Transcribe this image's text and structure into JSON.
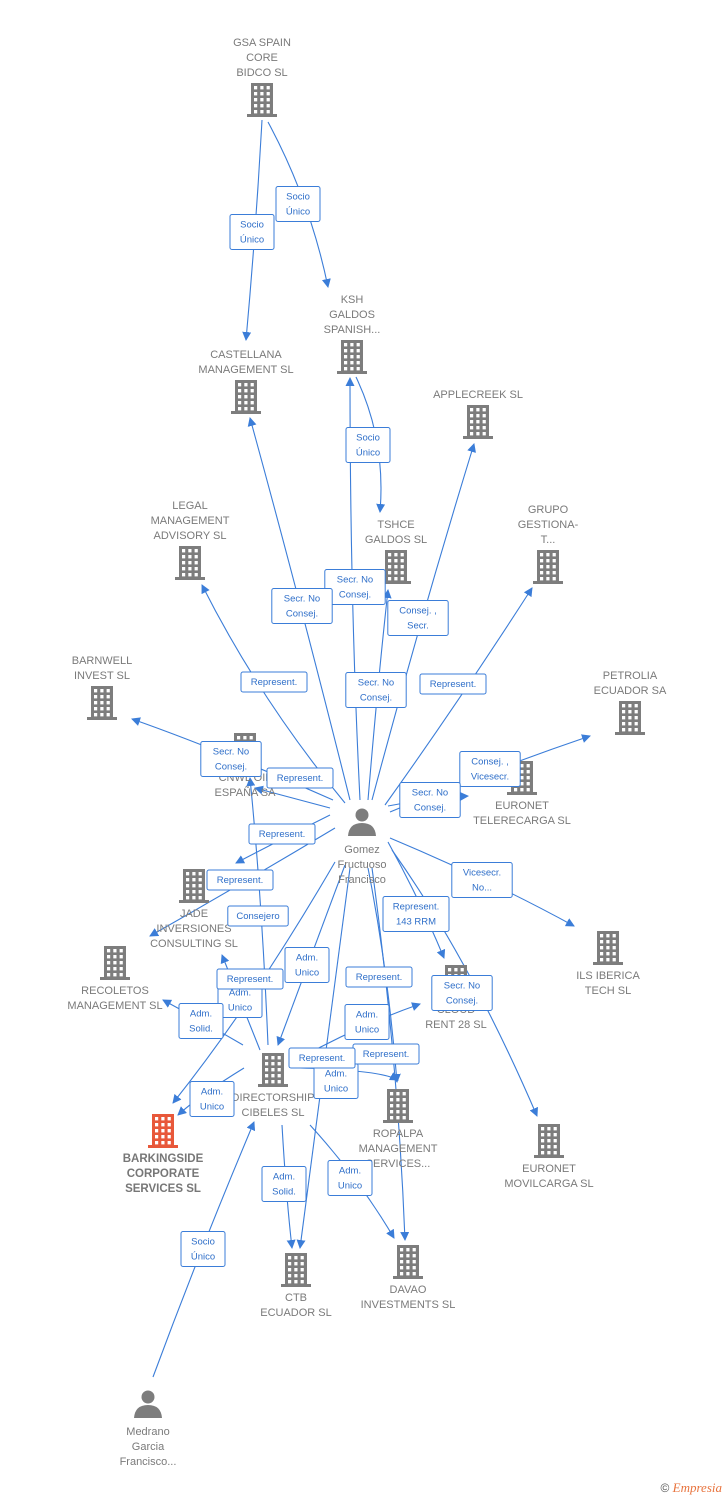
{
  "colors": {
    "edge": "#3b7dd8",
    "company": "#7d7d7d",
    "focus_company": "#e8583a",
    "person": "#7d7d7d"
  },
  "nodes": [
    {
      "id": "gsa",
      "type": "company",
      "lines": [
        "GSA SPAIN",
        "CORE",
        "BIDCO  SL"
      ]
    },
    {
      "id": "ksh",
      "type": "company",
      "lines": [
        "KSH",
        "GALDOS",
        "SPANISH..."
      ]
    },
    {
      "id": "castellana",
      "type": "company",
      "lines": [
        "CASTELLANA",
        "MANAGEMENT SL"
      ]
    },
    {
      "id": "applecreek",
      "type": "company",
      "lines": [
        "APPLECREEK SL"
      ]
    },
    {
      "id": "legal",
      "type": "company",
      "lines": [
        "LEGAL",
        "MANAGEMENT",
        "ADVISORY  SL"
      ]
    },
    {
      "id": "tshce",
      "type": "company",
      "lines": [
        "TSHCE",
        "GALDOS  SL"
      ]
    },
    {
      "id": "grupo",
      "type": "company",
      "lines": [
        "GRUPO",
        "GESTIONA-",
        "T..."
      ]
    },
    {
      "id": "barnwell",
      "type": "company",
      "lines": [
        "BARNWELL",
        "INVEST  SL"
      ]
    },
    {
      "id": "petrolia",
      "type": "company",
      "lines": [
        "PETROLIA",
        "ECUADOR SA"
      ]
    },
    {
      "id": "cnwl",
      "type": "company",
      "lines": [
        "CNWL OIL",
        "ESPAÑA SA"
      ]
    },
    {
      "id": "euronet_t",
      "type": "company",
      "lines": [
        "EURONET",
        "TELERECARGA SL"
      ]
    },
    {
      "id": "gomez",
      "type": "person",
      "lines": [
        "Gomez",
        "Fructuoso",
        "Francisco"
      ]
    },
    {
      "id": "jade",
      "type": "company",
      "lines": [
        "JADE",
        "INVERSIONES",
        "CONSULTING SL"
      ]
    },
    {
      "id": "ils",
      "type": "company",
      "lines": [
        "ILS IBERICA",
        "TECH  SL"
      ]
    },
    {
      "id": "recoletos",
      "type": "company",
      "lines": [
        "RECOLETOS",
        "MANAGEMENT SL"
      ]
    },
    {
      "id": "cloud",
      "type": "company",
      "lines": [
        "CLOUD",
        "RENT 28  SL"
      ]
    },
    {
      "id": "directorship",
      "type": "company",
      "lines": [
        "DIRECTORSHIP",
        "CIBELES SL"
      ]
    },
    {
      "id": "ropalpa",
      "type": "company",
      "lines": [
        "ROPALPA",
        "MANAGEMENT",
        "SERVICES..."
      ]
    },
    {
      "id": "barkingside",
      "type": "company",
      "focus": true,
      "lines": [
        "BARKINGSIDE",
        "CORPORATE",
        "SERVICES  SL"
      ]
    },
    {
      "id": "euronet_m",
      "type": "company",
      "lines": [
        "EURONET",
        "MOVILCARGA SL"
      ]
    },
    {
      "id": "ctb",
      "type": "company",
      "lines": [
        "CTB",
        "ECUADOR  SL"
      ]
    },
    {
      "id": "davao",
      "type": "company",
      "lines": [
        "DAVAO",
        "INVESTMENTS SL"
      ]
    },
    {
      "id": "medrano",
      "type": "person",
      "lines": [
        "Medrano",
        "Garcia",
        "Francisco..."
      ]
    }
  ],
  "edges": [
    {
      "from": "gsa",
      "to": "castellana",
      "lines": [
        "Socio",
        "Único"
      ]
    },
    {
      "from": "gsa",
      "to": "ksh",
      "lines": [
        "Socio",
        "Único"
      ]
    },
    {
      "from": "ksh",
      "to": "tshce",
      "lines": [
        "Socio",
        "Único"
      ]
    },
    {
      "from": "gomez",
      "to": "tshce",
      "lines": [
        "Secr.  No",
        "Consej."
      ]
    },
    {
      "from": "gomez",
      "to": "castellana",
      "lines": [
        "Secr.  No",
        "Consej."
      ]
    },
    {
      "from": "gomez",
      "to": "applecreek",
      "lines": [
        "Consej. ,",
        "Secr."
      ]
    },
    {
      "from": "gomez",
      "to": "ksh",
      "lines": [
        "Secr.  No",
        "Consej."
      ]
    },
    {
      "from": "gomez",
      "to": "legal",
      "lines": [
        "Represent."
      ]
    },
    {
      "from": "gomez",
      "to": "grupo",
      "lines": [
        "Represent."
      ]
    },
    {
      "from": "gomez",
      "to": "barnwell",
      "lines": [
        "Secr.  No",
        "Consej."
      ]
    },
    {
      "from": "gomez",
      "to": "cnwl",
      "lines": [
        "Represent."
      ]
    },
    {
      "from": "gomez",
      "to": "petrolia",
      "lines": [
        "Consej. ,",
        "Vicesecr."
      ]
    },
    {
      "from": "gomez",
      "to": "euronet_t",
      "lines": [
        "Secr.  No",
        "Consej."
      ]
    },
    {
      "from": "gomez",
      "to": "jade",
      "lines": [
        "Represent."
      ]
    },
    {
      "from": "gomez",
      "to": "recoletos",
      "lines": [
        "Represent."
      ]
    },
    {
      "from": "gomez",
      "to": "ils",
      "lines": [
        "Vicesecr.",
        "No..."
      ]
    },
    {
      "from": "gomez",
      "to": "cloud",
      "lines": [
        "Represent.",
        "143 RRM"
      ]
    },
    {
      "from": "gomez",
      "to": "euronet_m",
      "lines": [
        "Secr.  No",
        "Consej."
      ]
    },
    {
      "from": "gomez",
      "to": "barkingside",
      "lines": [
        "Consejero"
      ]
    },
    {
      "from": "gomez",
      "to": "directorship",
      "lines": [
        "Adm.",
        "Unico"
      ]
    },
    {
      "from": "gomez",
      "to": "ropalpa",
      "lines": [
        "Represent."
      ]
    },
    {
      "from": "gomez",
      "to": "ctb",
      "lines": [
        "Adm.",
        "Unico"
      ]
    },
    {
      "from": "gomez",
      "to": "davao",
      "lines": [
        "Represent."
      ]
    },
    {
      "from": "directorship",
      "to": "cnwl",
      "lines": [
        "Adm.",
        "Unico"
      ]
    },
    {
      "from": "directorship",
      "to": "jade",
      "lines": [
        "Represent."
      ]
    },
    {
      "from": "directorship",
      "to": "recoletos",
      "lines": [
        "Adm.",
        "Solid."
      ]
    },
    {
      "from": "directorship",
      "to": "barkingside",
      "lines": [
        "Adm.",
        "Unico"
      ]
    },
    {
      "from": "directorship",
      "to": "cloud",
      "lines": [
        "Adm.",
        "Unico"
      ]
    },
    {
      "from": "directorship",
      "to": "ropalpa",
      "lines": [
        "Represent."
      ]
    },
    {
      "from": "directorship",
      "to": "ctb",
      "lines": [
        "Adm.",
        "Solid."
      ]
    },
    {
      "from": "directorship",
      "to": "davao",
      "lines": [
        "Adm.",
        "Unico"
      ]
    },
    {
      "from": "medrano",
      "to": "directorship",
      "lines": [
        "Socio",
        "Único"
      ]
    }
  ],
  "footer": {
    "copyright": "©",
    "brand": "Empresia"
  }
}
